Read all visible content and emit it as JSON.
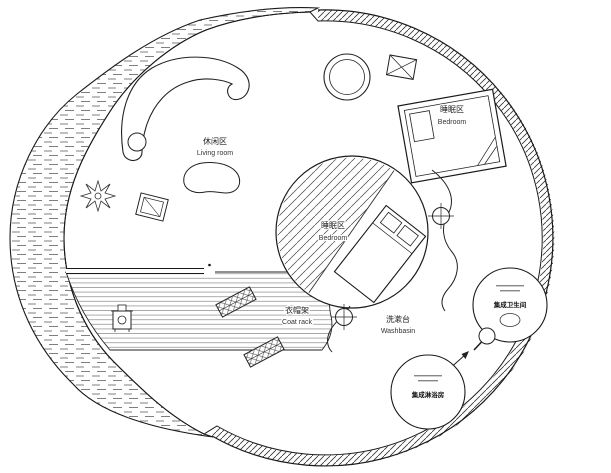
{
  "plan": {
    "areas": {
      "living_room": {
        "zh": "休闲区",
        "en": "Living room"
      },
      "bedroom_upper": {
        "zh": "睡眠区",
        "en": "Bedroom"
      },
      "bedroom_center": {
        "zh": "睡眠区",
        "en": "Bedroom"
      },
      "coat_rack": {
        "zh": "衣帽架",
        "en": "Coat rack"
      },
      "washbasin": {
        "zh": "洗漱台",
        "en": "Washbasin"
      },
      "bathroom_pod": {
        "zh": "集成卫生间"
      },
      "shower_pod": {
        "zh": "集成淋浴房"
      }
    },
    "colors": {
      "line": "#1a1a1a",
      "background": "#ffffff"
    }
  }
}
